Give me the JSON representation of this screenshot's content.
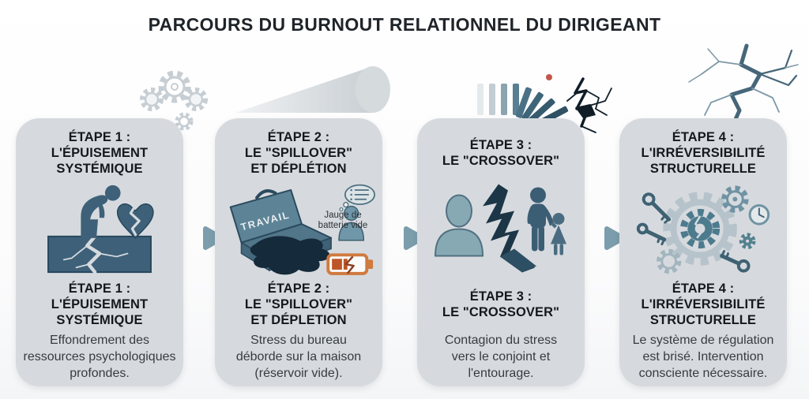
{
  "title": "PARCOURS DU BURNOUT RELATIONNEL DU DIRIGEANT",
  "steps": [
    {
      "top_title": "ÉTAPE 1 :\nL'ÉPUISEMENT\nSYSTÉMIQUE",
      "bottom_title": "ÉTAPE 1 :\nL'ÉPUISEMENT\nSYSTÉMIQUE",
      "description": "Effondrement des\nressources psychologiques\nprofondes.",
      "icon": "slumped-person-broken-heart-cracked-ground-icon"
    },
    {
      "top_title": "ÉTAPE 2 :\nLE \"SPILLOVER\"\nET DÉPLÉTION",
      "bottom_title": "ÉTAPE 2 :\nLE \"SPILLOVER\"\nET DÉPLETION",
      "description": "Stress du bureau\ndéborde sur la maison\n(réservoir vide).",
      "icon": "briefcase-spill-empty-battery-icon",
      "briefcase_label": "TRAVAIL",
      "battery_label": "Jauge de\nbatterie vide"
    },
    {
      "top_title": "ÉTAPE 3 :\nLE \"CROSSOVER\"",
      "bottom_title": "ÉTAPE 3 :\nLE \"CROSSOVER\"",
      "description": "Contagion du stress\nvers le conjoint et\nl'entourage.",
      "icon": "person-crack-family-icon"
    },
    {
      "top_title": "ÉTAPE 4 :\nL'IRRÉVERSIBILITÉ\nSTRUCTURELLE",
      "bottom_title": "ÉTAPE 4 :\nL'IRRÉVERSIBILITÉ\nSTRUCTURELLE",
      "description": "Le système de régulation\nest brisé. Intervention\nconsciente nécessaire.",
      "icon": "broken-gears-keys-clock-icon"
    }
  ],
  "decorations": [
    "gears-icon",
    "cone-icon",
    "falling-dominoes-icon",
    "small-crack-icon",
    "large-crack-icon"
  ],
  "colors": {
    "card_bg": "#d6dade",
    "title_text": "#15191e",
    "body_text": "#363c42",
    "icon_slate": "#3e6179",
    "icon_light_slate": "#87a9b4",
    "icon_dark_navy": "#16283a",
    "battery_orange": "#d07a3e",
    "arrow": "#7c9dac",
    "domino_red_dot": "#c2574a"
  }
}
